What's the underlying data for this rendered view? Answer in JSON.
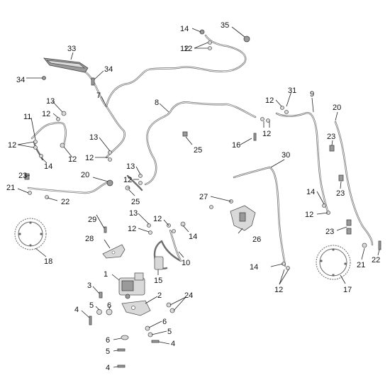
{
  "callouts": [
    {
      "id": "c1",
      "text": "1"
    },
    {
      "id": "c2",
      "text": "2"
    },
    {
      "id": "c3",
      "text": "3"
    },
    {
      "id": "c4a",
      "text": "4"
    },
    {
      "id": "c4b",
      "text": "4"
    },
    {
      "id": "c4c",
      "text": "4"
    },
    {
      "id": "c5a",
      "text": "5"
    },
    {
      "id": "c5b",
      "text": "5"
    },
    {
      "id": "c5c",
      "text": "5"
    },
    {
      "id": "c6a",
      "text": "6"
    },
    {
      "id": "c6b",
      "text": "6"
    },
    {
      "id": "c6c",
      "text": "6"
    },
    {
      "id": "c7",
      "text": "7"
    },
    {
      "id": "c8",
      "text": "8"
    },
    {
      "id": "c9",
      "text": "9"
    },
    {
      "id": "c10",
      "text": "10"
    },
    {
      "id": "c11",
      "text": "11"
    },
    {
      "id": "c12a",
      "text": "12"
    },
    {
      "id": "c12b",
      "text": "12"
    },
    {
      "id": "c12c",
      "text": "12"
    },
    {
      "id": "c12d",
      "text": "12"
    },
    {
      "id": "c12e",
      "text": "12"
    },
    {
      "id": "c12f",
      "text": "12"
    },
    {
      "id": "c12g",
      "text": "12"
    },
    {
      "id": "c12h",
      "text": "12"
    },
    {
      "id": "c12i",
      "text": "12"
    },
    {
      "id": "c12j",
      "text": "12"
    },
    {
      "id": "c12k",
      "text": "12"
    },
    {
      "id": "c12l",
      "text": "12"
    },
    {
      "id": "c12m",
      "text": "12"
    },
    {
      "id": "c13a",
      "text": "13"
    },
    {
      "id": "c13b",
      "text": "13"
    },
    {
      "id": "c13c",
      "text": "13"
    },
    {
      "id": "c13d",
      "text": "13"
    },
    {
      "id": "c14a",
      "text": "14"
    },
    {
      "id": "c14b",
      "text": "14"
    },
    {
      "id": "c14c",
      "text": "14"
    },
    {
      "id": "c14d",
      "text": "14"
    },
    {
      "id": "c14e",
      "text": "14"
    },
    {
      "id": "c15",
      "text": "15"
    },
    {
      "id": "c16",
      "text": "16"
    },
    {
      "id": "c17",
      "text": "17"
    },
    {
      "id": "c18",
      "text": "18"
    },
    {
      "id": "c20a",
      "text": "20"
    },
    {
      "id": "c20b",
      "text": "20"
    },
    {
      "id": "c21a",
      "text": "21"
    },
    {
      "id": "c21b",
      "text": "21"
    },
    {
      "id": "c22a",
      "text": "22"
    },
    {
      "id": "c22b",
      "text": "22"
    },
    {
      "id": "c23a",
      "text": "23"
    },
    {
      "id": "c23b",
      "text": "23"
    },
    {
      "id": "c23c",
      "text": "23"
    },
    {
      "id": "c23d",
      "text": "23"
    },
    {
      "id": "c24",
      "text": "24"
    },
    {
      "id": "c25a",
      "text": "25"
    },
    {
      "id": "c25b",
      "text": "25"
    },
    {
      "id": "c26",
      "text": "26"
    },
    {
      "id": "c27",
      "text": "27"
    },
    {
      "id": "c28",
      "text": "28"
    },
    {
      "id": "c29",
      "text": "29"
    },
    {
      "id": "c30",
      "text": "30"
    },
    {
      "id": "c31",
      "text": "31"
    },
    {
      "id": "c33",
      "text": "33"
    },
    {
      "id": "c34a",
      "text": "34"
    },
    {
      "id": "c34b",
      "text": "34"
    },
    {
      "id": "c35",
      "text": "35"
    }
  ]
}
